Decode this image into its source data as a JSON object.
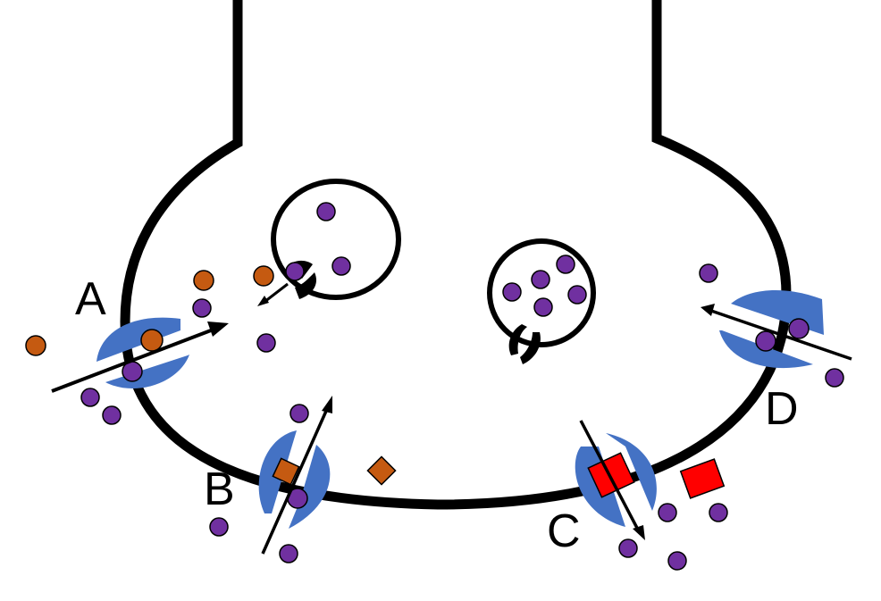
{
  "diagram": {
    "description": "Presynaptic terminal with vesicles and membrane transporters",
    "colors": {
      "membrane": "#000000",
      "transporter": "#4472c4",
      "purple_molecule": "#7030a0",
      "orange_molecule": "#c55a11",
      "red_molecule": "#ff0000",
      "background": "#ffffff"
    },
    "labels": {
      "a": "A",
      "b": "B",
      "c": "C",
      "d": "D"
    },
    "transporters": [
      {
        "label": "A",
        "direction": "inward",
        "cargo": [
          "orange-circle",
          "purple-circle"
        ]
      },
      {
        "label": "B",
        "direction": "inward",
        "cargo": [
          "orange-diamond",
          "purple-circle"
        ]
      },
      {
        "label": "C",
        "direction": "outward",
        "cargo": [
          "red-square"
        ]
      },
      {
        "label": "D",
        "direction": "inward",
        "cargo": [
          "purple-circle",
          "purple-circle"
        ]
      }
    ],
    "vesicles": [
      {
        "name": "vesicle-left",
        "purple_count": 3,
        "transporter": "exporting"
      },
      {
        "name": "vesicle-right",
        "purple_count": 5,
        "transporter": "closed"
      }
    ]
  }
}
